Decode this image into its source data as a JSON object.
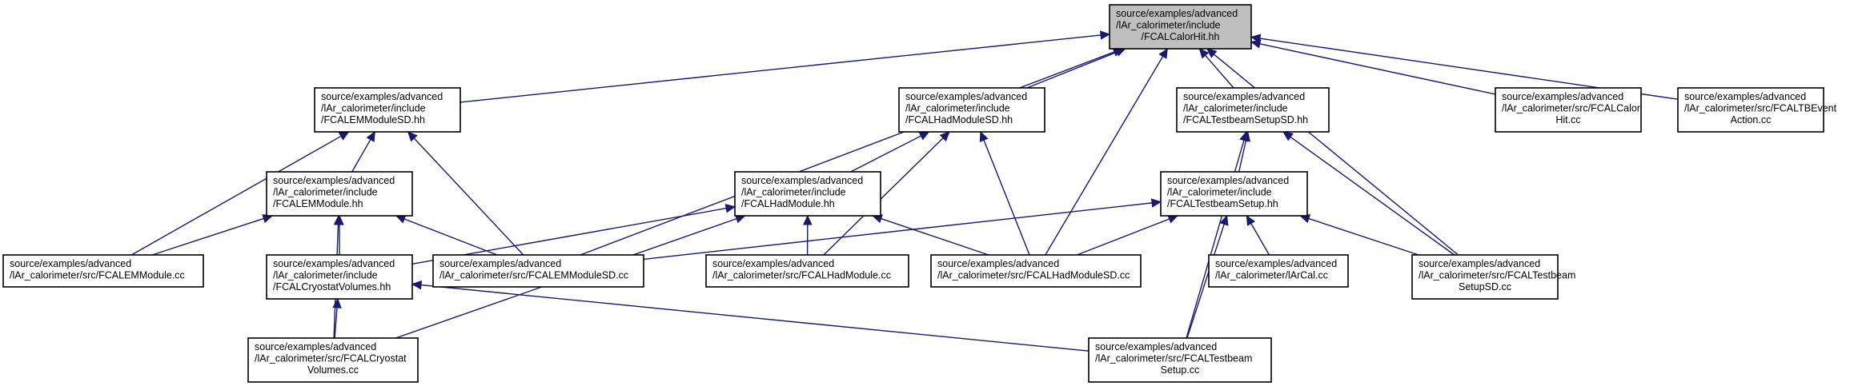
{
  "graph": {
    "nodes": [
      {
        "id": "root",
        "lines": [
          "source/examples/advanced",
          "/lAr_calorimeter/include",
          "/FCALCalorHit.hh"
        ]
      },
      {
        "id": "emsd_hh",
        "lines": [
          "source/examples/advanced",
          "/lAr_calorimeter/include",
          "/FCALEMModuleSD.hh"
        ]
      },
      {
        "id": "hadsd_hh",
        "lines": [
          "source/examples/advanced",
          "/lAr_calorimeter/include",
          "/FCALHadModuleSD.hh"
        ]
      },
      {
        "id": "tbsd_hh",
        "lines": [
          "source/examples/advanced",
          "/lAr_calorimeter/include",
          "/FCALTestbeamSetupSD.hh"
        ]
      },
      {
        "id": "calorhit_cc",
        "lines": [
          "source/examples/advanced",
          "/lAr_calorimeter/src/FCALCalor",
          "Hit.cc"
        ]
      },
      {
        "id": "tbevent_cc",
        "lines": [
          "source/examples/advanced",
          "/lAr_calorimeter/src/FCALTBEvent",
          "Action.cc"
        ]
      },
      {
        "id": "em_hh",
        "lines": [
          "source/examples/advanced",
          "/lAr_calorimeter/include",
          "/FCALEMModule.hh"
        ]
      },
      {
        "id": "had_hh",
        "lines": [
          "source/examples/advanced",
          "/lAr_calorimeter/include",
          "/FCALHadModule.hh"
        ]
      },
      {
        "id": "tb_hh",
        "lines": [
          "source/examples/advanced",
          "/lAr_calorimeter/include",
          "/FCALTestbeamSetup.hh"
        ]
      },
      {
        "id": "em_cc",
        "lines": [
          "source/examples/advanced",
          "/lAr_calorimeter/src/FCALEMModule.cc"
        ]
      },
      {
        "id": "cryo_hh",
        "lines": [
          "source/examples/advanced",
          "/lAr_calorimeter/include",
          "/FCALCryostatVolumes.hh"
        ]
      },
      {
        "id": "emsd_cc",
        "lines": [
          "source/examples/advanced",
          "/lAr_calorimeter/src/FCALEMModuleSD.cc"
        ]
      },
      {
        "id": "had_cc",
        "lines": [
          "source/examples/advanced",
          "/lAr_calorimeter/src/FCALHadModule.cc"
        ]
      },
      {
        "id": "hadsd_cc",
        "lines": [
          "source/examples/advanced",
          "/lAr_calorimeter/src/FCALHadModuleSD.cc"
        ]
      },
      {
        "id": "larcal_cc",
        "lines": [
          "source/examples/advanced",
          "/lAr_calorimeter/lArCal.cc"
        ]
      },
      {
        "id": "tbsd_cc",
        "lines": [
          "source/examples/advanced",
          "/lAr_calorimeter/src/FCALTestbeam",
          "SetupSD.cc"
        ]
      },
      {
        "id": "cryo_cc",
        "lines": [
          "source/examples/advanced",
          "/lAr_calorimeter/src/FCALCryostat",
          "Volumes.cc"
        ]
      },
      {
        "id": "tb_cc",
        "lines": [
          "source/examples/advanced",
          "/lAr_calorimeter/src/FCALTestbeam",
          "Setup.cc"
        ]
      }
    ],
    "edges": [
      {
        "from": "emsd_hh",
        "to": "root"
      },
      {
        "from": "hadsd_hh",
        "to": "root"
      },
      {
        "from": "tbsd_hh",
        "to": "root"
      },
      {
        "from": "calorhit_cc",
        "to": "root"
      },
      {
        "from": "tbevent_cc",
        "to": "root"
      },
      {
        "from": "emsd_cc",
        "to": "root"
      },
      {
        "from": "hadsd_cc",
        "to": "root"
      },
      {
        "from": "tbsd_cc",
        "to": "root"
      },
      {
        "from": "em_hh",
        "to": "emsd_hh"
      },
      {
        "from": "em_cc",
        "to": "emsd_hh"
      },
      {
        "from": "emsd_cc",
        "to": "emsd_hh"
      },
      {
        "from": "had_hh",
        "to": "hadsd_hh"
      },
      {
        "from": "had_cc",
        "to": "hadsd_hh"
      },
      {
        "from": "hadsd_cc",
        "to": "hadsd_hh"
      },
      {
        "from": "tb_hh",
        "to": "tbsd_hh"
      },
      {
        "from": "tbsd_cc",
        "to": "tbsd_hh"
      },
      {
        "from": "tb_cc",
        "to": "tbsd_hh"
      },
      {
        "from": "em_cc",
        "to": "em_hh"
      },
      {
        "from": "cryo_hh",
        "to": "em_hh"
      },
      {
        "from": "emsd_cc",
        "to": "em_hh"
      },
      {
        "from": "cryo_cc",
        "to": "em_hh"
      },
      {
        "from": "cryo_hh",
        "to": "had_hh"
      },
      {
        "from": "had_cc",
        "to": "had_hh"
      },
      {
        "from": "hadsd_cc",
        "to": "had_hh"
      },
      {
        "from": "cryo_cc",
        "to": "had_hh"
      },
      {
        "from": "emsd_cc",
        "to": "tb_hh"
      },
      {
        "from": "hadsd_cc",
        "to": "tb_hh"
      },
      {
        "from": "larcal_cc",
        "to": "tb_hh"
      },
      {
        "from": "tbsd_cc",
        "to": "tb_hh"
      },
      {
        "from": "tb_cc",
        "to": "tb_hh"
      },
      {
        "from": "cryo_cc",
        "to": "cryo_hh"
      },
      {
        "from": "tb_cc",
        "to": "cryo_hh"
      }
    ]
  },
  "colors": {
    "edge": "#191970",
    "root_fill": "#bfbfbf",
    "node_fill": "#ffffff",
    "border": "#000000"
  }
}
